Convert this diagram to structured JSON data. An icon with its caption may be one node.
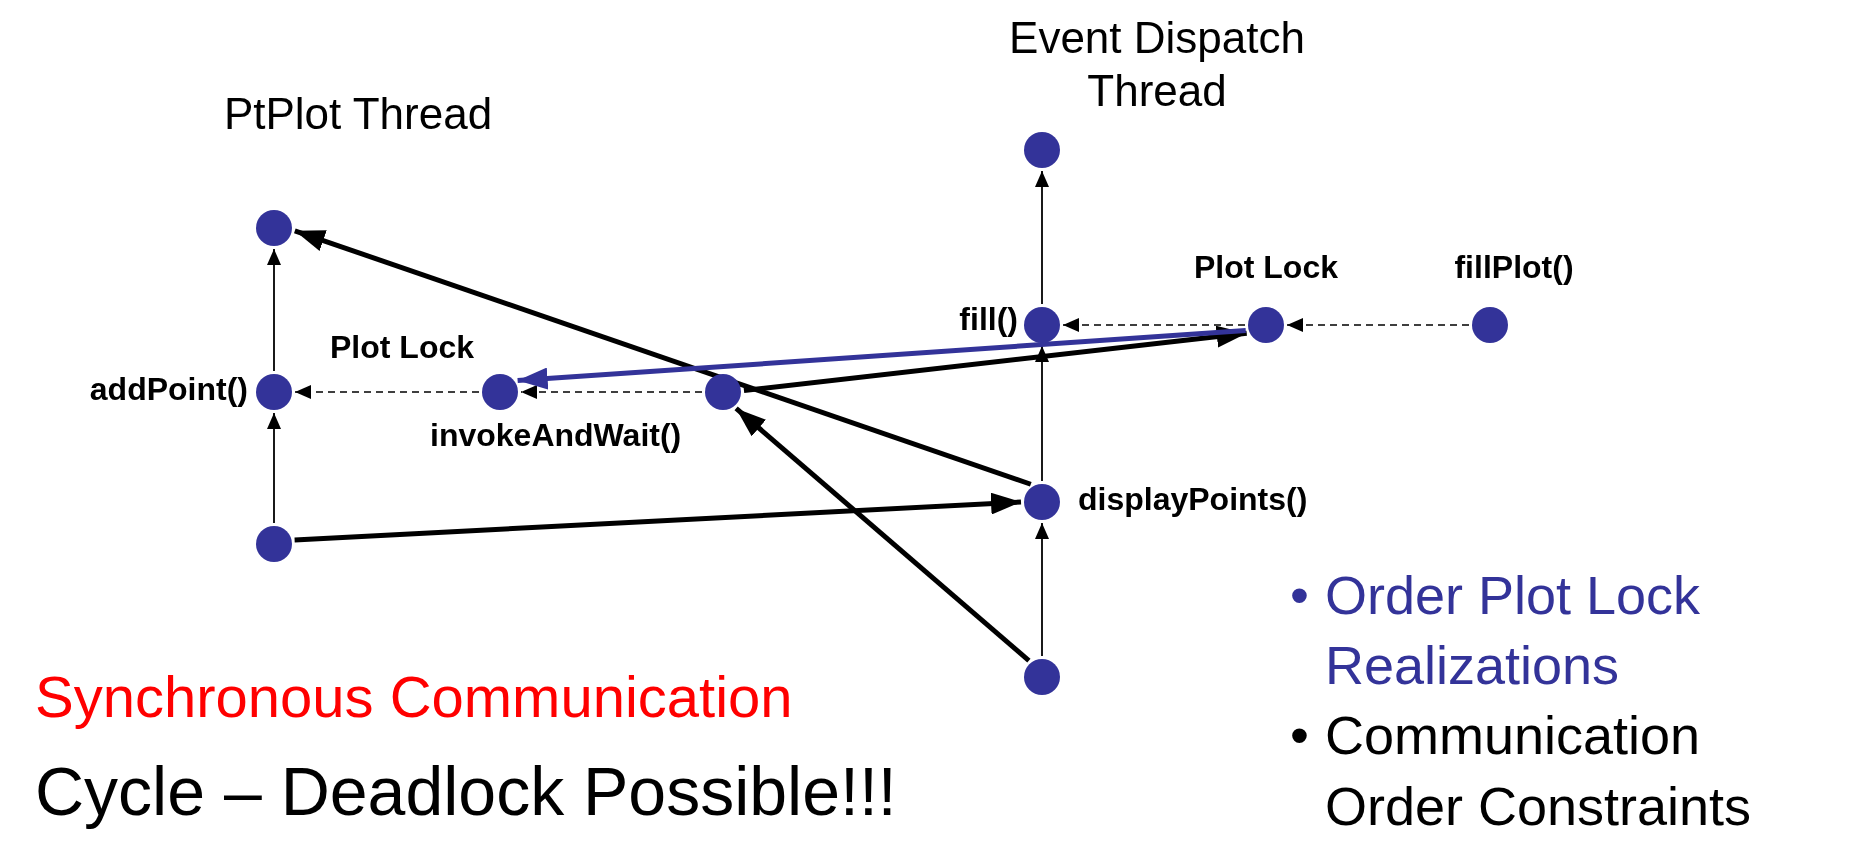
{
  "diagram": {
    "nodes": [
      {
        "text": [],
        "shape": "circle"
      },
      {
        "text": [],
        "shape": "circle"
      },
      {
        "text": [],
        "shape": "circle",
        "beside": [
          "fill()"
        ]
      },
      {
        "text": [],
        "shape": "circle",
        "beside": [
          "Plot Lock"
        ]
      },
      {
        "text": [],
        "shape": "circle",
        "beside": [
          "fillPlot()"
        ]
      },
      {
        "text": [],
        "shape": "circle",
        "beside": [
          "addPoint()"
        ]
      },
      {
        "text": [],
        "shape": "circle",
        "beside": [
          "Plot Lock"
        ]
      },
      {
        "text": [],
        "shape": "circle",
        "beside": [
          "invokeAndWait()"
        ]
      },
      {
        "text": [],
        "shape": "circle",
        "beside": [
          "displayPoints()"
        ]
      },
      {
        "text": [],
        "shape": "circle"
      },
      {
        "text": [],
        "shape": "circle"
      }
    ],
    "edges": [
      {
        "from": 5,
        "to": 1,
        "arrow": "to"
      },
      {
        "from": 9,
        "to": 5,
        "arrow": "to"
      },
      {
        "from": 6,
        "to": 5,
        "arrow": "to",
        "style": "dashed"
      },
      {
        "from": 7,
        "to": 6,
        "arrow": "to",
        "style": "dashed"
      },
      {
        "from": 2,
        "to": 0,
        "arrow": "to"
      },
      {
        "from": 8,
        "to": 2,
        "arrow": "to"
      },
      {
        "from": 10,
        "to": 8,
        "arrow": "to"
      },
      {
        "from": 3,
        "to": 2,
        "arrow": "to",
        "style": "dashed"
      },
      {
        "from": 4,
        "to": 3,
        "arrow": "to",
        "style": "dashed"
      },
      {
        "from": 8,
        "to": 1,
        "arrow": "to",
        "style": "thick"
      },
      {
        "from": 7,
        "to": 3,
        "arrow": "to",
        "style": "thick"
      },
      {
        "from": 9,
        "to": 8,
        "arrow": "to",
        "style": "thick"
      },
      {
        "from": 10,
        "to": 7,
        "arrow": "to",
        "style": "thick"
      },
      {
        "from": 3,
        "to": 6,
        "arrow": "to",
        "style": "thick",
        "color": "#333399"
      }
    ],
    "labels": [
      "Event Dispatch Thread",
      "PtPlot Thread",
      "•",
      "Order Plot Lock Realizations",
      "•",
      "Communication Order Constraints",
      "Synchronous Communication",
      "Cycle – Deadlock Possible!!!"
    ]
  }
}
